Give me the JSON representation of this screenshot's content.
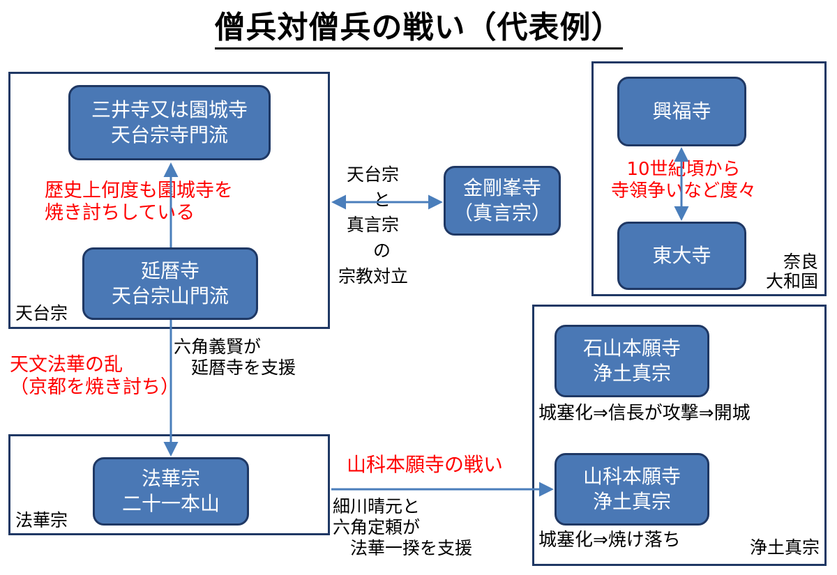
{
  "title": "僧兵対僧兵の戦い（代表例）",
  "groups": {
    "tendai": {
      "label": "天台宗",
      "nodes": [
        {
          "name": "miidera",
          "text": "三井寺又は園城寺\n天台宗寺門流"
        },
        {
          "name": "enryakuji",
          "text": "延暦寺\n天台宗山門流"
        }
      ],
      "annotation": "歴史上何度も園城寺を\n焼き討ちしている"
    },
    "nara": {
      "label": "奈良\n大和国",
      "nodes": [
        {
          "name": "kofukuji",
          "text": "興福寺"
        },
        {
          "name": "todaiji",
          "text": "東大寺"
        }
      ],
      "annotation": "10世紀頃から\n寺領争いなど度々"
    },
    "hokke": {
      "label": "法華宗",
      "nodes": [
        {
          "name": "hokkeshu",
          "text": "法華宗\n二十一本山"
        }
      ]
    },
    "jodoshinshu": {
      "label": "浄土真宗",
      "nodes": [
        {
          "name": "ishiyama-honganji",
          "text": "石山本願寺\n浄土真宗"
        },
        {
          "name": "yamashina-honganji",
          "text": "山科本願寺\n浄土真宗"
        }
      ],
      "notes": [
        "城塞化⇒信長が攻撃⇒開城",
        "城塞化⇒焼け落ち"
      ]
    }
  },
  "standalone_nodes": [
    {
      "name": "kongobuji",
      "text": "金剛峯寺\n（真言宗）"
    }
  ],
  "center_conflict": {
    "line1": "天台宗",
    "line2": "と",
    "line3": "真言宗",
    "line4": "の",
    "line5": "宗教対立"
  },
  "annotations": {
    "rokkaku_support": "六角義賢が\n　延暦寺を支援",
    "tenbun_hokke": "天文法華の乱\n（京都を焼き討ち）",
    "yamashina_battle": "山科本願寺の戦い",
    "hosokawa_support": "細川晴元と\n六角定頼が\n　法華一揆を支援"
  },
  "colors": {
    "node_fill": "#4A78B5",
    "node_border": "#1F3864",
    "group_border": "#1F3864",
    "arrow": "#4A7EBB",
    "highlight_text": "#FF0000",
    "body_text": "#000000"
  }
}
